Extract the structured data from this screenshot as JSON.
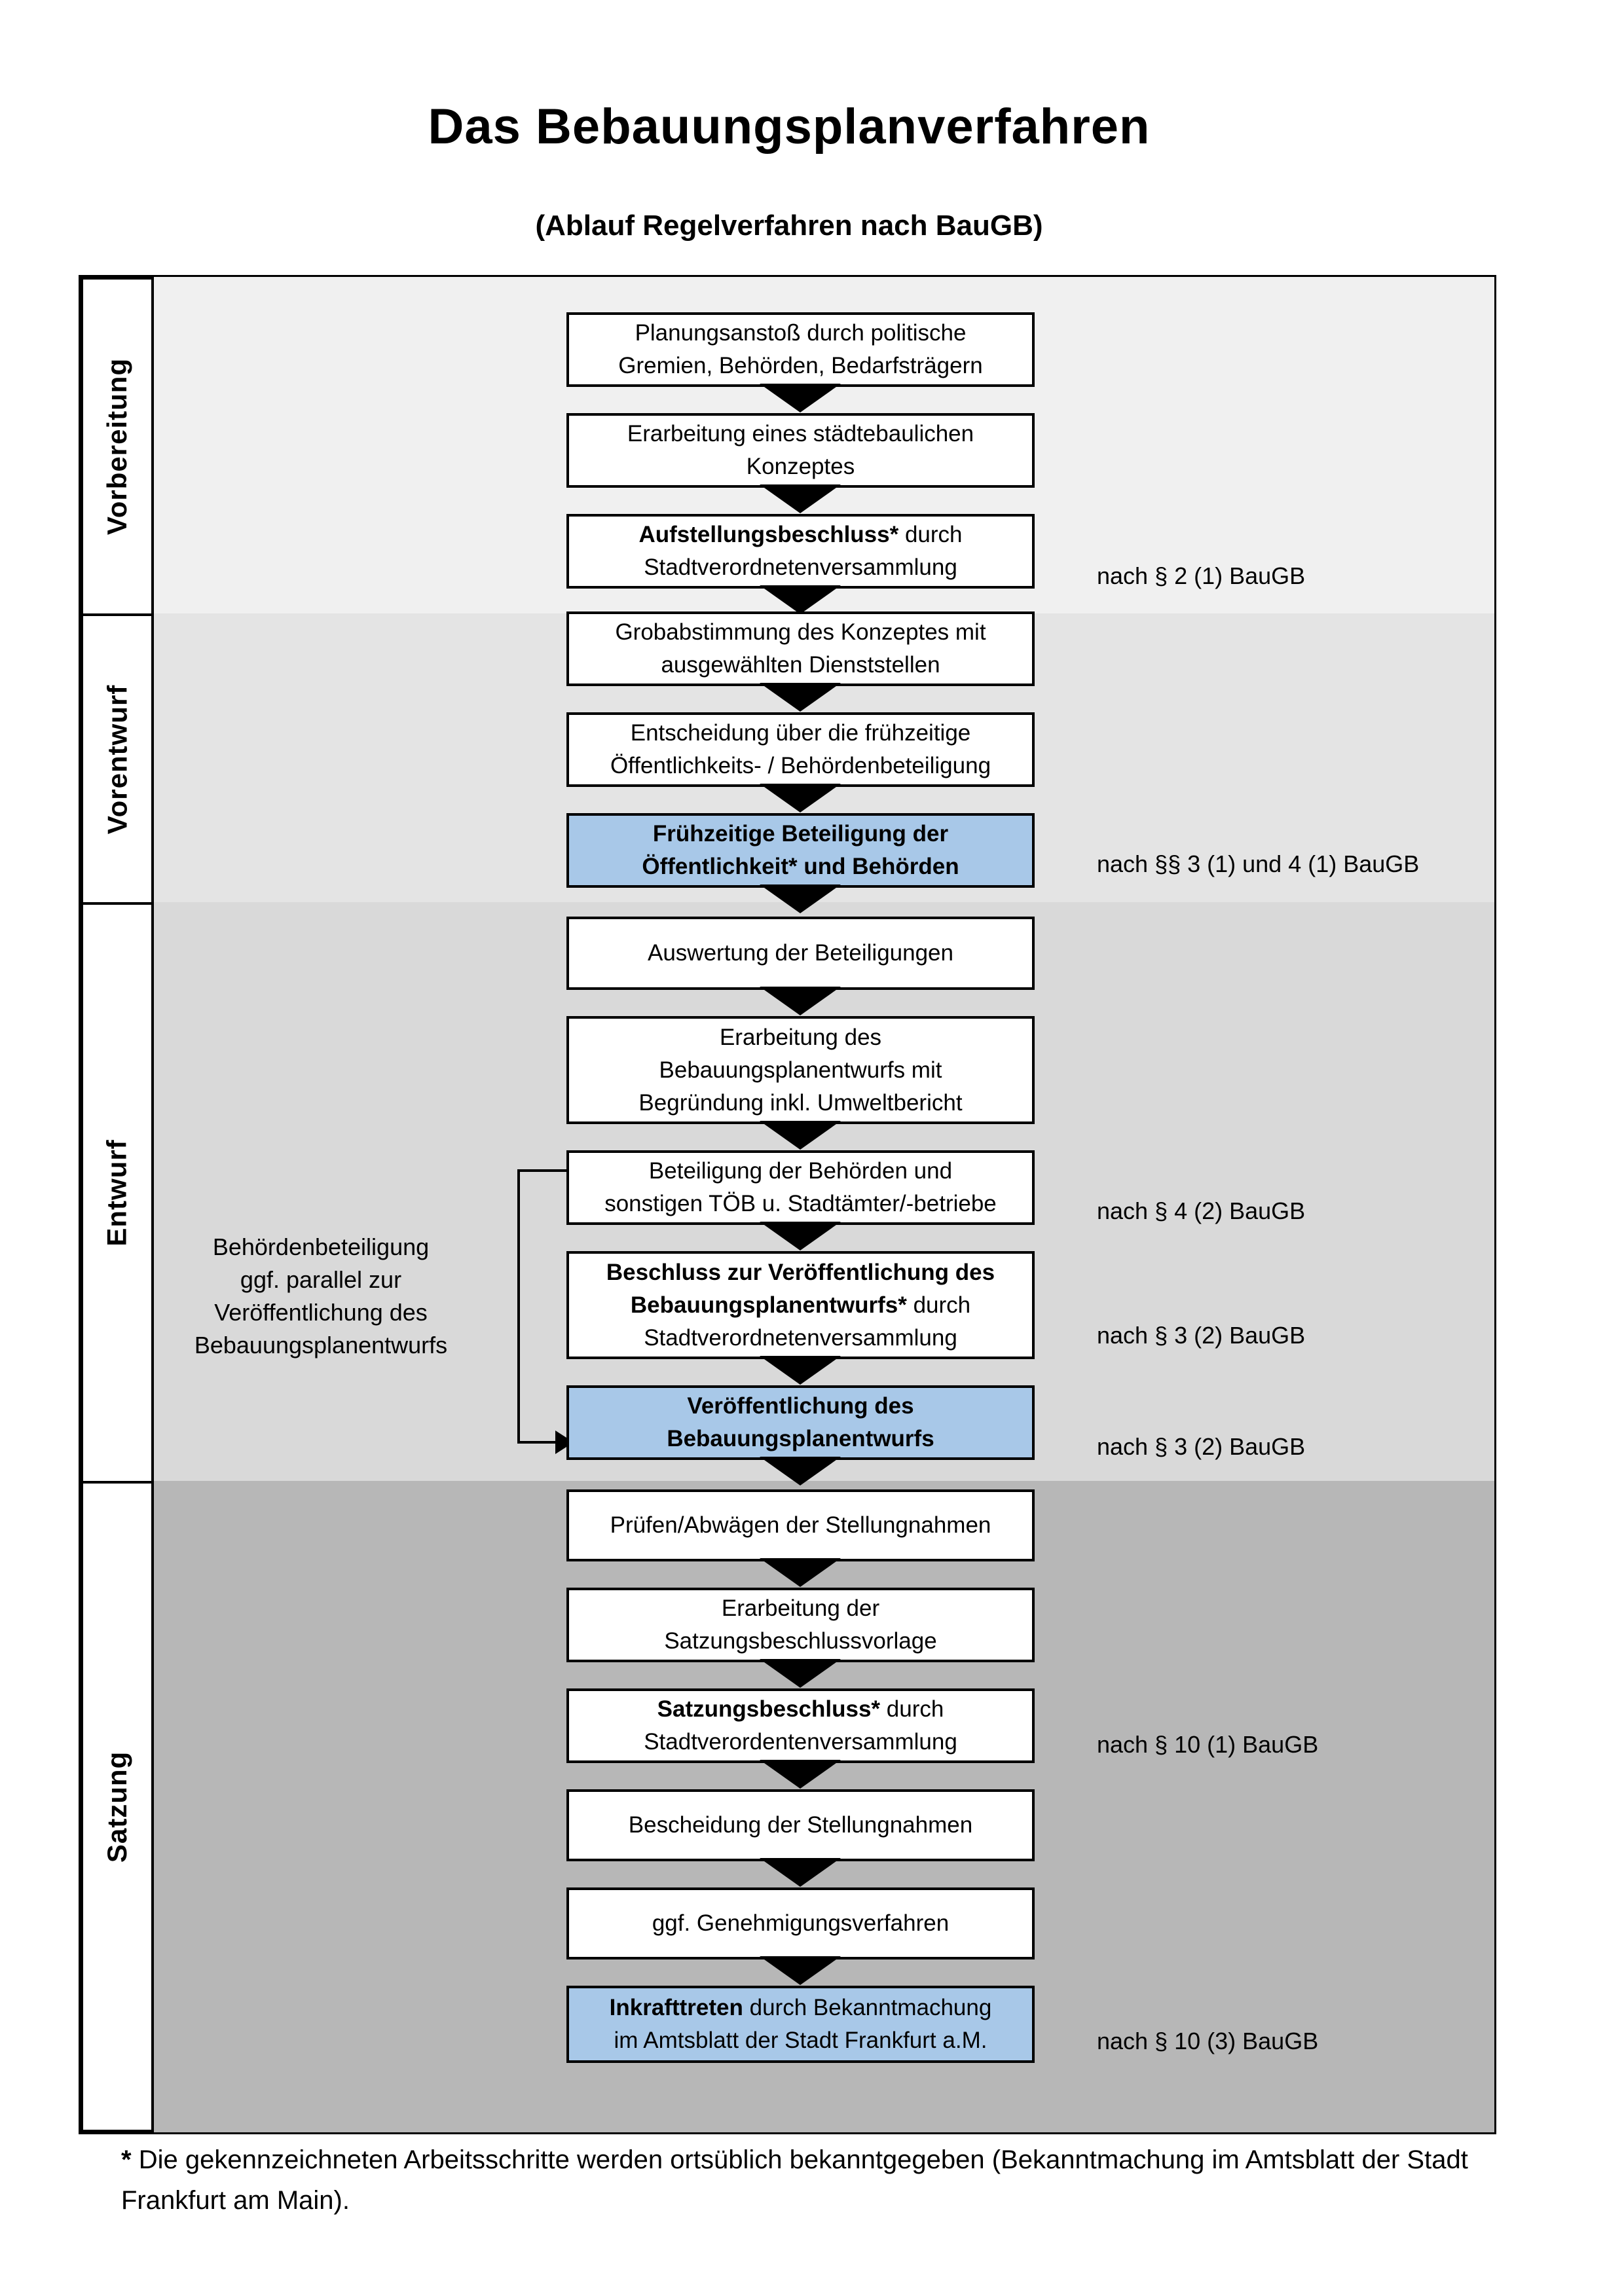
{
  "title": "Das Bebauungsplanverfahren",
  "subtitle": "(Ablauf Regelverfahren nach BauGB)",
  "phases": {
    "p1": "Vorbereitung",
    "p2": "Vorentwurf",
    "p3": "Entwurf",
    "p4": "Satzung"
  },
  "steps": {
    "s1": {
      "l1": "Planungsanstoß durch politische",
      "l2": "Gremien, Behörden, Bedarfsträgern"
    },
    "s2": {
      "l1": "Erarbeitung eines städtebaulichen",
      "l2": "Konzeptes"
    },
    "s3": {
      "l1b": "Aufstellungsbeschluss*",
      "l1r": " durch",
      "l2": "Stadtverordnetenversammlung"
    },
    "s4": {
      "l1": "Grobabstimmung des Konzeptes mit",
      "l2": "ausgewählten Dienststellen"
    },
    "s5": {
      "l1": "Entscheidung über die frühzeitige",
      "l2": "Öffentlichkeits- / Behördenbeteiligung"
    },
    "s6": {
      "l1": "Frühzeitige Beteiligung der",
      "l2": "Öffentlichkeit* und Behörden"
    },
    "s7": {
      "l1": "Auswertung der Beteiligungen"
    },
    "s8": {
      "l1": "Erarbeitung des",
      "l2": "Bebauungsplanentwurfs mit",
      "l3": "Begründung inkl. Umweltbericht"
    },
    "s9": {
      "l1": "Beteiligung der Behörden und",
      "l2": "sonstigen TÖB u. Stadtämter/-betriebe"
    },
    "s10": {
      "l1b": "Beschluss zur Veröffentlichung des",
      "l2b": "Bebauungsplanentwurfs*",
      "l2r": " durch",
      "l3": "Stadtverordnetenversammlung"
    },
    "s11": {
      "l1": "Veröffentlichung des",
      "l2": "Bebauungsplanentwurfs"
    },
    "s12": {
      "l1": "Prüfen/Abwägen der Stellungnahmen"
    },
    "s13": {
      "l1": "Erarbeitung der",
      "l2": "Satzungsbeschlussvorlage"
    },
    "s14": {
      "l1b": "Satzungsbeschluss*",
      "l1r": " durch",
      "l2": "Stadtverordentenversammlung"
    },
    "s15": {
      "l1": "Bescheidung der Stellungnahmen"
    },
    "s16": {
      "l1": "ggf. Genehmigungsverfahren"
    },
    "s17": {
      "l1b": "Inkrafttreten",
      "l1r": " durch Bekanntmachung",
      "l2": "im Amtsblatt der Stadt Frankfurt a.M."
    }
  },
  "references": {
    "r1": "nach § 2 (1) BauGB",
    "r2": "nach §§ 3 (1) und 4 (1) BauGB",
    "r3": "nach § 4 (2) BauGB",
    "r4": "nach § 3 (2) BauGB",
    "r5": "nach § 3 (2) BauGB",
    "r6": "nach § 10 (1) BauGB",
    "r7": "nach § 10 (3) BauGB"
  },
  "annotation": {
    "l1": "Behördenbeteiligung",
    "l2": "ggf. parallel zur",
    "l3": "Veröffentlichung des",
    "l4": "Bebauungsplanentwurfs"
  },
  "footnote": {
    "star": "*",
    "text": "Die gekennzeichneten Arbeitsschritte werden ortsüblich bekanntgegeben (Bekanntmachung im Amtsblatt  der Stadt Frankfurt am Main)."
  },
  "colors": {
    "highlight": "#a8c8e8",
    "band_vorbereitung": "#f0f0f0",
    "band_vorentwurf": "#e4e4e4",
    "band_entwurf": "#d9d9d9",
    "band_satzung": "#b7b7b7"
  }
}
